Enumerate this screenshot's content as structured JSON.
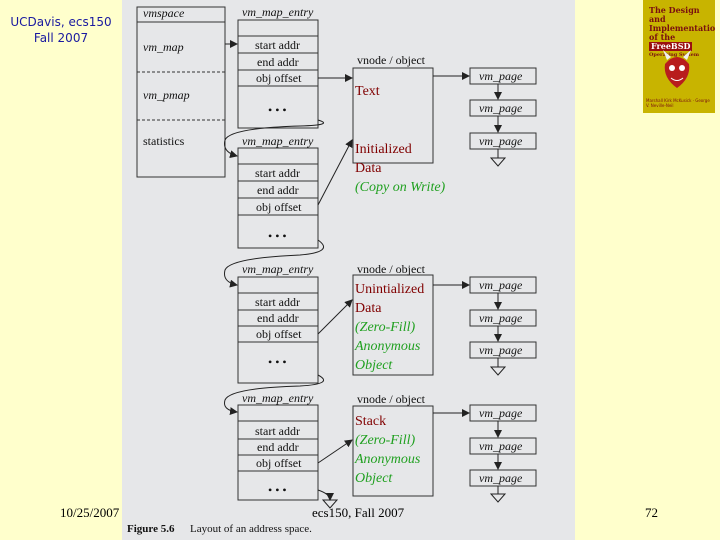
{
  "header": {
    "line1": "UCDavis, ecs150",
    "line2": "Fall 2007"
  },
  "book": {
    "title_lines": [
      "The Design",
      "and",
      "Implementation",
      "of the",
      "FreeBSD",
      "Operating System"
    ],
    "authors": "Marshall Kirk McKusick · George V. Neville-Neil"
  },
  "figure": {
    "vmspace": "vmspace",
    "vm_map": "vm_map",
    "vm_pmap": "vm_pmap",
    "statistics": "statistics",
    "map_entry": "vm_map_entry",
    "start_addr": "start addr",
    "end_addr": "end addr",
    "obj_offset": "obj offset",
    "dots": "• • •",
    "vnode_object": "vnode / object",
    "vm_page": "vm_page",
    "caption_prefix": "Figure 5.6",
    "caption_text": "Layout of an address space."
  },
  "segments": [
    {
      "lines": [
        {
          "text": "Text",
          "style": "t1"
        }
      ]
    },
    {
      "lines": [
        {
          "text": "Initialized",
          "style": "t1"
        },
        {
          "text": "Data",
          "style": "t1"
        },
        {
          "text": "(Copy on Write)",
          "style": "t2"
        }
      ]
    },
    {
      "lines": [
        {
          "text": "Unintialized",
          "style": "t1"
        },
        {
          "text": "Data",
          "style": "t1"
        },
        {
          "text": "(Zero-Fill)",
          "style": "t2"
        },
        {
          "text": "Anonymous",
          "style": "t2"
        },
        {
          "text": "Object",
          "style": "t2"
        }
      ]
    },
    {
      "lines": [
        {
          "text": "Stack",
          "style": "t1"
        },
        {
          "text": "(Zero-Fill)",
          "style": "t2"
        },
        {
          "text": "Anonymous",
          "style": "t2"
        },
        {
          "text": "Object",
          "style": "t2"
        }
      ]
    }
  ],
  "footer": {
    "date": "10/25/2007",
    "course": "ecs150, Fall 2007",
    "page": "72"
  }
}
